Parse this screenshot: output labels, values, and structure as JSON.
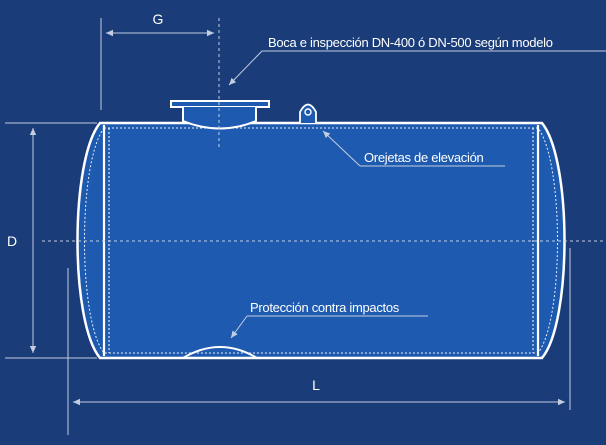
{
  "labels": {
    "g": "G",
    "d": "D",
    "l": "L",
    "manhole": "Boca e inspección DN-400 ó DN-500 según modelo",
    "lifting_lugs": "Orejetas de elevación",
    "impact_protection": "Protección contra impactos"
  },
  "colors": {
    "background": "#1a3c78",
    "tank_fill": "#1e5bb0",
    "outline": "#ffffff",
    "dimension_lines": "#c3cde0"
  }
}
